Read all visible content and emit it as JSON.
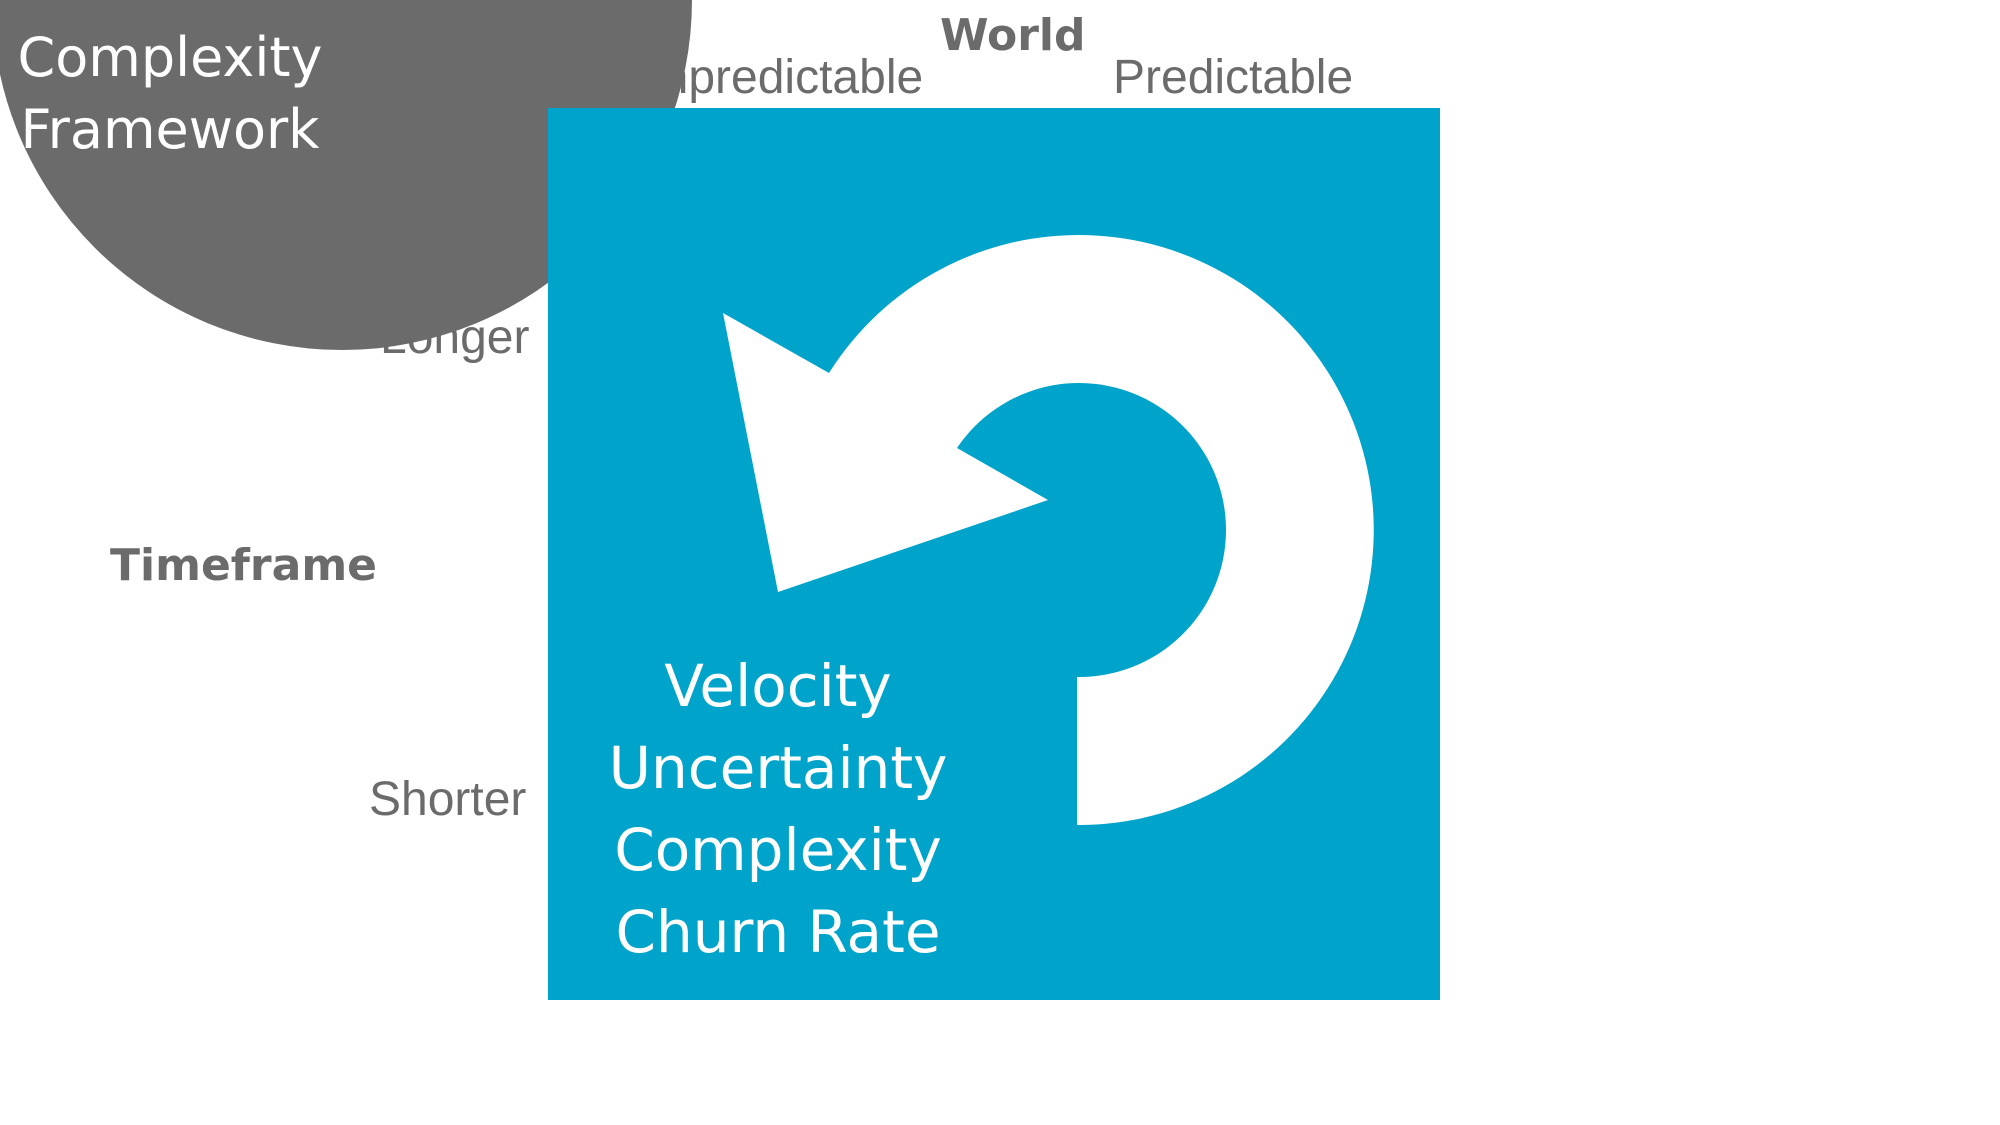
{
  "badge": {
    "line1": "Complexity",
    "line2": "Framework"
  },
  "axes": {
    "x_title": "World",
    "x_left": "Unpredictable",
    "x_right": "Predictable",
    "y_title": "Timeframe",
    "y_top": "Longer",
    "y_bottom": "Shorter"
  },
  "quadrant": {
    "metrics": [
      "Velocity",
      "Uncertainty",
      "Complexity",
      "Churn Rate"
    ]
  },
  "colors": {
    "box": "#00a4ca",
    "badge": "#6b6b6b",
    "text_gray": "#6b6b6b",
    "arrow": "#ffffff"
  }
}
